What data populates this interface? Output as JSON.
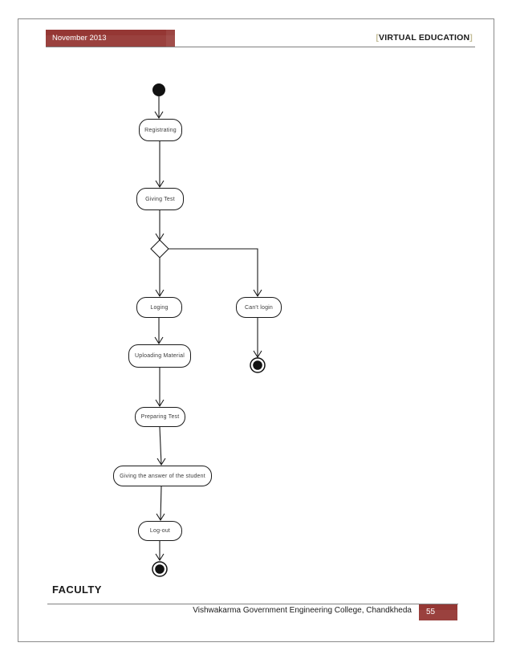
{
  "header": {
    "date": "November 2013",
    "bracket_open": "[",
    "doc_title": "VIRTUAL EDUCATION",
    "bracket_close": "]"
  },
  "diagram": {
    "title_implicit": "Activity diagram for Faculty",
    "symbols": [
      "initial-node",
      "decision-node",
      "activity-final-node",
      "activity-final-node"
    ],
    "activities": [
      {
        "label": "Registrating"
      },
      {
        "label": "Giving Test"
      },
      {
        "label": "Loging"
      },
      {
        "label": "Can't login"
      },
      {
        "label": "Uploading Material"
      },
      {
        "label": "Preparing Test"
      },
      {
        "label": "Giving the answer of the student"
      },
      {
        "label": "Log-out"
      }
    ]
  },
  "section_label": "FACULTY",
  "footer": {
    "institution": "Vishwakarma Government Engineering College, Chandkheda",
    "page_number": "55"
  },
  "colors": {
    "accent_red": "#953734",
    "bracket_olive": "#c4bd97",
    "rule_gray": "#808080",
    "line_black": "#1a1a1a"
  }
}
